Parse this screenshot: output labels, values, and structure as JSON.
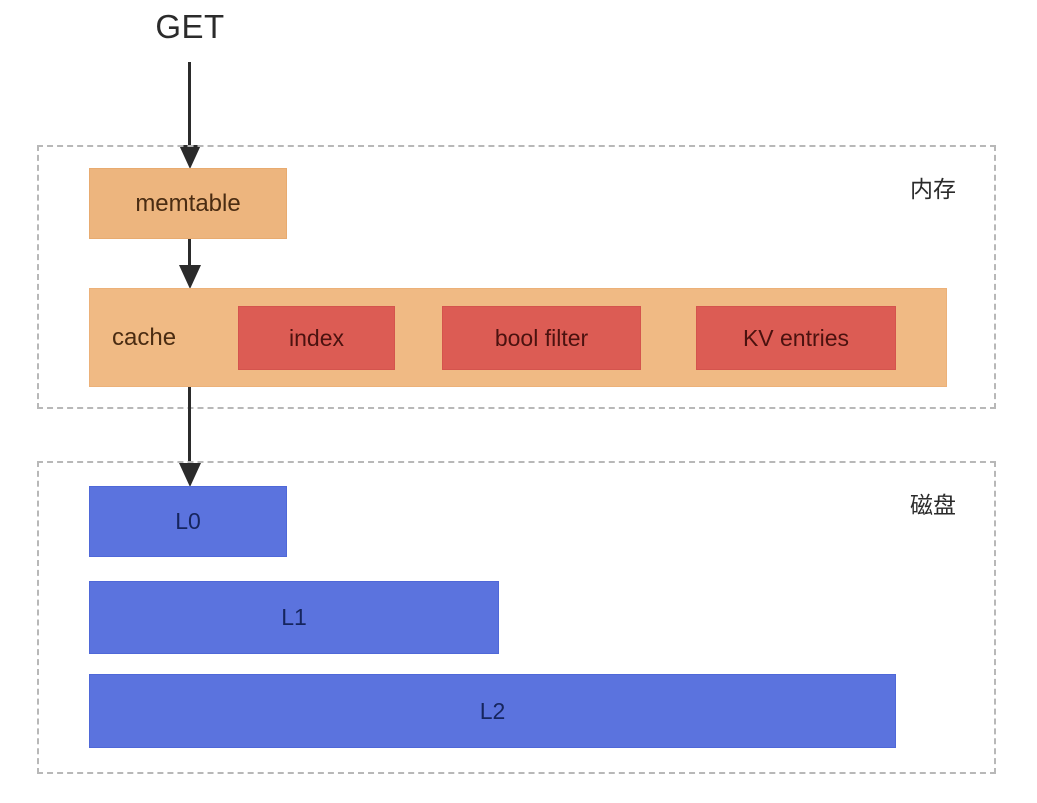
{
  "diagram": {
    "request": {
      "label": "GET"
    },
    "regions": [
      {
        "id": "memory",
        "label": "内存",
        "components": {
          "memtable": {
            "label": "memtable"
          },
          "cache": {
            "label": "cache",
            "items": [
              {
                "label": "index"
              },
              {
                "label": "bool filter"
              },
              {
                "label": "KV entries"
              }
            ]
          }
        }
      },
      {
        "id": "disk",
        "label": "磁盘",
        "levels": [
          {
            "label": "L0"
          },
          {
            "label": "L1"
          },
          {
            "label": "L2"
          }
        ]
      }
    ],
    "colors": {
      "memtable_fill": "#EDB57E",
      "cache_fill": "#F0BA84",
      "cache_item_fill": "#DC5C54",
      "level_fill": "#5B73DE",
      "region_border": "#b8b8b8",
      "arrow": "#2b2b2b",
      "background": "#ffffff"
    }
  }
}
